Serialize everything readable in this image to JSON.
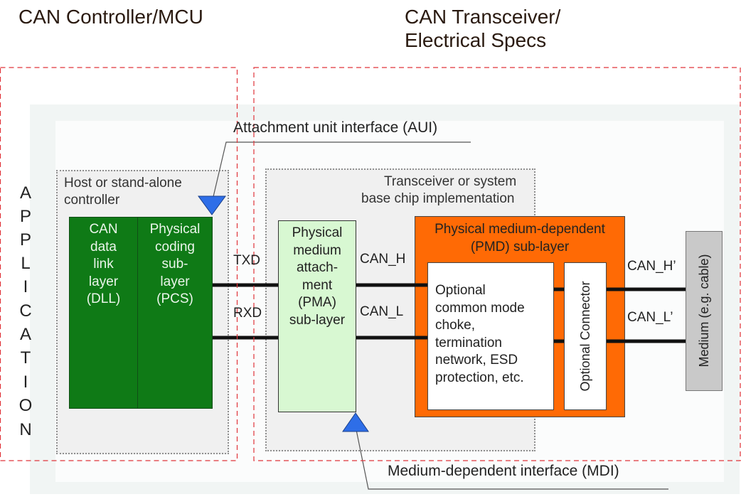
{
  "headers": {
    "left": "CAN Controller/MCU",
    "right_line1": "CAN Transceiver/",
    "right_line2": "Electrical Specs"
  },
  "side_label": [
    "A",
    "P",
    "P",
    "L",
    "I",
    "C",
    "A",
    "T",
    "I",
    "O",
    "N"
  ],
  "aui_label": "Attachment unit interface (AUI)",
  "mdi_label": "Medium-dependent interface (MDI)",
  "host_box": {
    "line1": "Host or stand-alone",
    "line2": "controller"
  },
  "dll_block": [
    "CAN",
    "data",
    "link",
    "layer",
    "(DLL)"
  ],
  "pcs_block": [
    "Physical",
    "coding",
    "sub-",
    "layer",
    "(PCS)"
  ],
  "transceiver_box": {
    "line1": "Transceiver or system",
    "line2": "base chip implementation"
  },
  "pma_block": [
    "Physical",
    "medium",
    "attach-",
    "ment",
    "(PMA)",
    "sub-layer"
  ],
  "pmd_block": {
    "line1": "Physical medium-dependent",
    "line2": "(PMD) sub-layer"
  },
  "optional_block": [
    "Optional",
    "common mode",
    "choke,",
    "termination",
    "network, ESD",
    "protection, etc."
  ],
  "connector_label": "Optional Connector",
  "medium_label": "Medium (e.g. cable)",
  "signals": {
    "txd": "TXD",
    "rxd": "RXD",
    "can_h": "CAN_H",
    "can_l": "CAN_L",
    "can_h_prime": "CAN_H’",
    "can_l_prime": "CAN_L’"
  },
  "colors": {
    "dll_green": "#0f7a16",
    "pma_green": "#d8f8d2",
    "pmd_orange": "#ff6a05",
    "interface_triangle": "#2e6ee8",
    "dashed_region": "#e0343a",
    "medium_gray": "#c9c9c9"
  }
}
